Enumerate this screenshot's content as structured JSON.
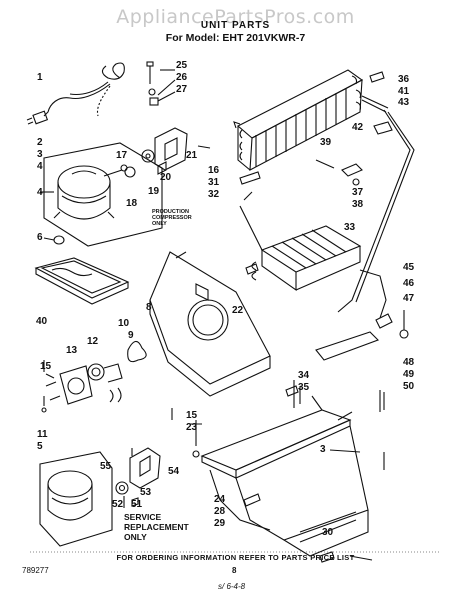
{
  "watermark": "AppliancePartsPros.com",
  "header": {
    "title": "UNIT PARTS",
    "model_line": "For Model: EHT 201VKWR-7"
  },
  "notes": {
    "production_compressor": [
      "PRODUCTION",
      "COMPRESSOR",
      "ONLY"
    ]
  },
  "service_note": [
    "SERVICE",
    "REPLACEMENT",
    "ONLY"
  ],
  "footer": {
    "order_info": "FOR ORDERING INFORMATION REFER TO PARTS PRICE LIST",
    "page_number": "8",
    "doc_number": "789277",
    "signature": "s/ 6-4-8"
  },
  "callouts": {
    "c1": "1",
    "c2": "2",
    "c3": "3",
    "c4": "4",
    "c5": "5",
    "c6": "6",
    "c8": "8",
    "c10": "10",
    "c11": "11",
    "c12": "12",
    "c13": "13",
    "c15a": "15",
    "c15b": "15",
    "c16": "16",
    "c17": "17",
    "c18": "18",
    "c19": "19",
    "c20": "20",
    "c21": "21",
    "c22": "22",
    "c23": "23",
    "c24": "24",
    "c25": "25",
    "c26": "26",
    "c27": "27",
    "c28": "28",
    "c29": "29",
    "c30": "30",
    "c31": "31",
    "c32": "32",
    "c33": "33",
    "c34": "34",
    "c35": "35",
    "c36": "36",
    "c37": "37",
    "c38": "38",
    "c39": "39",
    "c40": "40",
    "c41": "41",
    "c42": "42",
    "c43": "43",
    "c45": "45",
    "c46": "46",
    "c47": "47",
    "c48": "48",
    "c49": "49",
    "c50": "50",
    "c51": "51",
    "c52": "52",
    "c53": "53",
    "c54": "54",
    "c55": "55",
    "c3b": "3",
    "c9": "9"
  }
}
